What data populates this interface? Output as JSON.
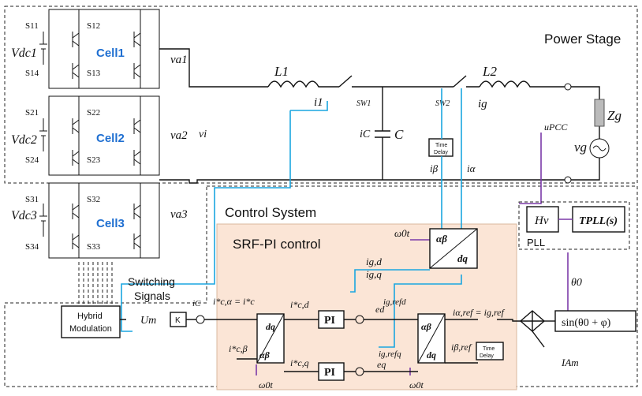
{
  "labels": {
    "power_stage": "Power Stage",
    "control_system": "Control System",
    "srf_pi": "SRF-PI control",
    "switching_1": "Switching",
    "switching_2": "Signals",
    "pll": "PLL",
    "hybrid_1": "Hybrid",
    "hybrid_2": "Modulation",
    "time_delay_1": "Time",
    "time_delay_2": "Delay",
    "gain_k": "K",
    "pi": "PI",
    "sin_expr": "sin(θ0 + φ)",
    "hv": "Hv",
    "tpll": "TPLL(s)"
  },
  "cells": [
    {
      "name": "Cell1",
      "vdc": "Vdc1",
      "va": "va1",
      "s": [
        "S11",
        "S12",
        "S14",
        "S13"
      ]
    },
    {
      "name": "Cell2",
      "vdc": "Vdc2",
      "va": "va2",
      "s": [
        "S21",
        "S22",
        "S24",
        "S23"
      ]
    },
    {
      "name": "Cell3",
      "vdc": "Vdc3",
      "va": "va3",
      "s": [
        "S31",
        "S32",
        "S34",
        "S33"
      ]
    }
  ],
  "symbols": {
    "L1": "L1",
    "L2": "L2",
    "C": "C",
    "Zg": "Zg",
    "vg": "vg",
    "vi": "vi",
    "i1": "i1",
    "ig": "ig",
    "ic": "iC",
    "sw1": "SW1",
    "sw2": "SW2",
    "upcc": "uPCC",
    "ibeta": "iβ",
    "ialpha": "iα",
    "theta0": "θ0",
    "omega0t": "ω0t",
    "igd": "ig,d",
    "igq": "ig,q",
    "ed": "ed",
    "eq": "eq",
    "igrefd": "ig,refd",
    "igrefq": "ig,refq",
    "iaref": "iα,ref = ig,ref",
    "ibref": "iβ,ref",
    "icd": "i*c,d",
    "icq": "i*c,q",
    "icalpha": "i*c,α = i*c",
    "icbeta": "i*c,β",
    "ic_in": "iC",
    "um": "Um",
    "iam": "IAm",
    "ab": "αβ",
    "dq": "dq"
  },
  "colors": {
    "signal_blue": "#1aa6e0",
    "pll_purple": "#7b3aa8",
    "srf_fill": "#fbe5d6",
    "cell_label": "#1f6fd1"
  }
}
